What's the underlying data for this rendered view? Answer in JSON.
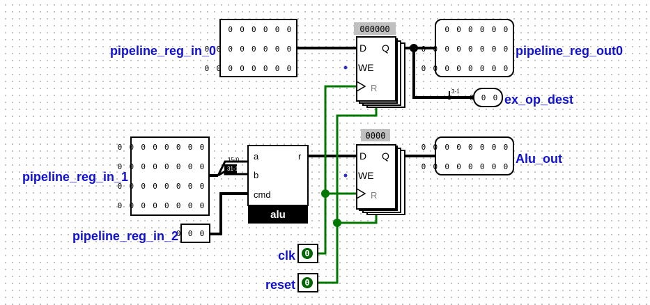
{
  "colors": {
    "label": "#1010d8",
    "wire_bus": "#000000",
    "wire_signal": "#007800",
    "register_value_bg": "#c0c0c0",
    "alu_name_bg": "#000000"
  },
  "inputs": {
    "pipeline_reg_in_0": {
      "label": "pipeline_reg_in_0",
      "rows": [
        "0 0 0 0 0 0",
        "0 0 0 0 0 0 0 0",
        "0 0 0 0 0 0 0 0"
      ]
    },
    "pipeline_reg_in_1": {
      "label": "pipeline_reg_in_1",
      "rows": [
        "0 0 0 0 0 0 0 0",
        "0 0 0 0 0 0 0 0",
        "0 0 0 0 0 0 0 0",
        "0 0 0 0 0 0 0 0"
      ]
    },
    "pipeline_reg_in_2": {
      "label": "pipeline_reg_in_2",
      "value": "0 0 0"
    },
    "clk": {
      "label": "clk",
      "value": "0"
    },
    "reset": {
      "label": "reset",
      "value": "0"
    }
  },
  "outputs": {
    "pipeline_reg_out0": {
      "label": "pipeline_reg_out0",
      "rows": [
        "0 0 0 0 0 0",
        "0 0 0 0 0 0 0 0",
        "0 0 0 0 0 0 0 0"
      ]
    },
    "ex_op_dest": {
      "label": "ex_op_dest",
      "value": "0 0 0"
    },
    "Alu_out": {
      "label": "Alu_out",
      "rows": [
        "0 0 0 0 0 0 0 0",
        "0 0 0 0 0 0 0 0"
      ]
    }
  },
  "registers": {
    "top": {
      "value": "000000",
      "pins": {
        "d": "D",
        "q": "Q",
        "we": "WE",
        "r": "R"
      }
    },
    "bottom": {
      "value": "0000",
      "pins": {
        "d": "D",
        "q": "Q",
        "we": "WE",
        "r": "R"
      }
    }
  },
  "alu": {
    "name": "alu",
    "pins": {
      "a": "a",
      "b": "b",
      "cmd": "cmd",
      "r": "r"
    }
  },
  "splitters": {
    "alu_in_hi": "15-0",
    "alu_in_lo": "31-16",
    "dest_bits": "3-1"
  }
}
